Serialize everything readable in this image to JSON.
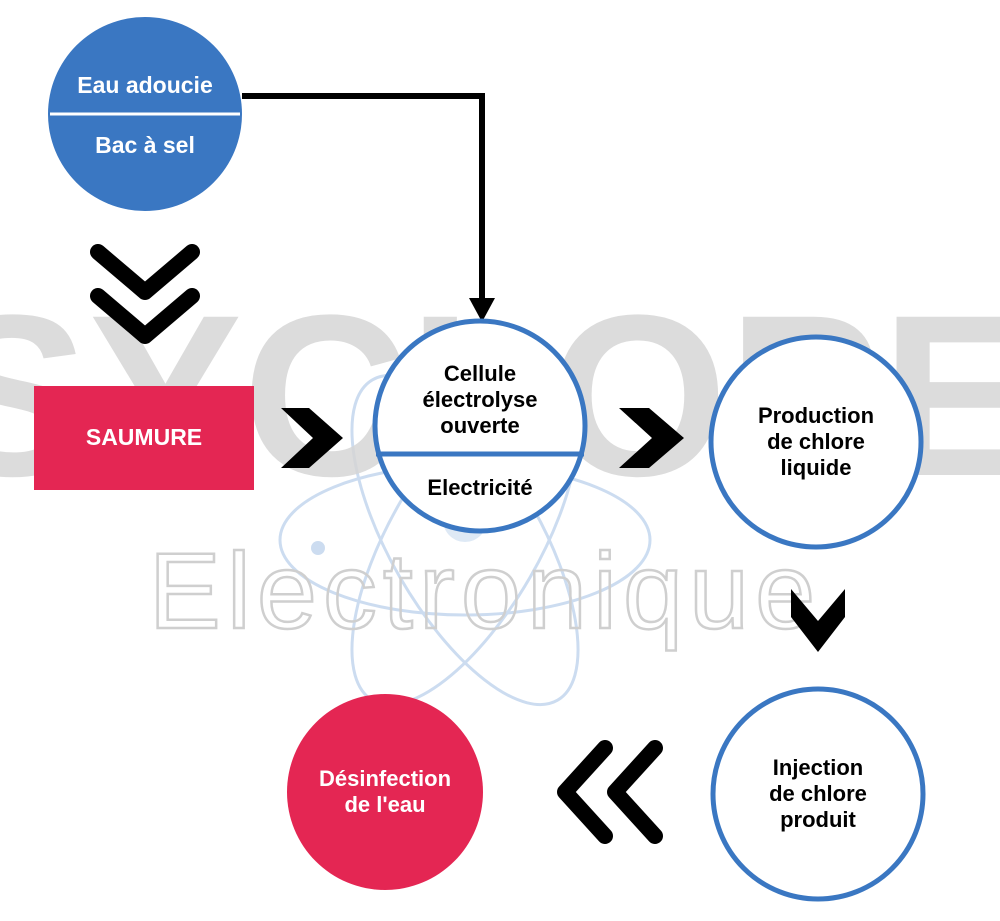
{
  "watermark": {
    "line1": "SYCLOPE",
    "line2": "Electronique"
  },
  "nodes": {
    "source": {
      "top": "Eau adoucie",
      "bottom": "Bac à sel"
    },
    "saumure": {
      "label": "SAUMURE"
    },
    "cellule": {
      "top_lines": [
        "Cellule",
        "électrolyse",
        "ouverte"
      ],
      "bottom": "Electricité"
    },
    "production": {
      "lines": [
        "Production",
        "de chlore",
        "liquide"
      ]
    },
    "injection": {
      "lines": [
        "Injection",
        "de chlore",
        "produit"
      ]
    },
    "desinfection": {
      "lines": [
        "Désinfection",
        "de l'eau"
      ]
    }
  },
  "colors": {
    "blue": "#3a77c2",
    "red": "#e42653",
    "black": "#000000",
    "watermark_gray": "#d6d6d6",
    "watermark_blue": "#c7d9ef"
  }
}
